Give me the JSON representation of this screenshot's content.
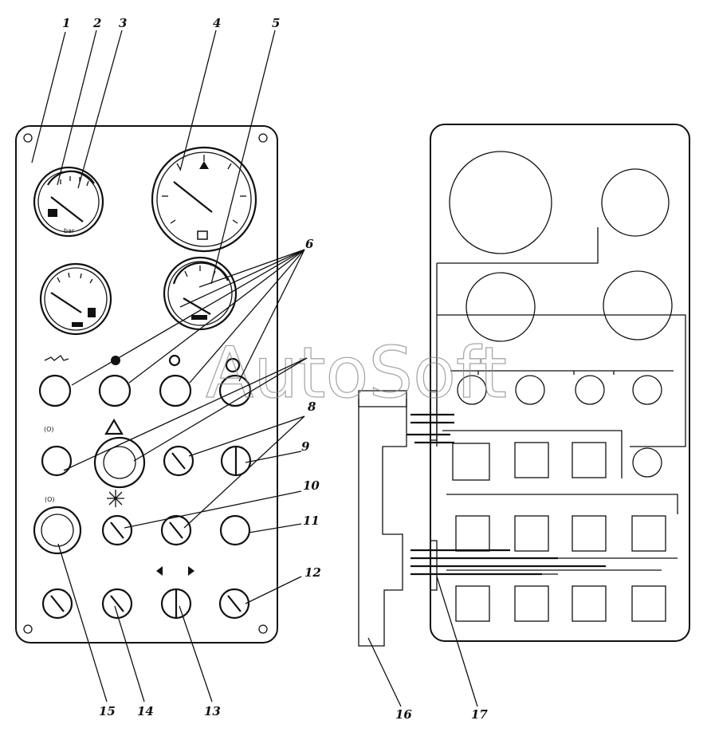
{
  "watermark": "AutoSoft",
  "callouts": [
    "1",
    "2",
    "3",
    "4",
    "5",
    "6",
    "8",
    "9",
    "10",
    "11",
    "12",
    "13",
    "14",
    "15",
    "16",
    "17"
  ],
  "colors": {
    "ink": "#111111",
    "paper": "#ffffff",
    "watermark": "#8a8a8a"
  },
  "icons": {
    "warning": "triangle-warning-icon",
    "fan": "fan-icon",
    "arrow_left": "arrow-left-icon",
    "arrow_right": "arrow-right-icon",
    "arrow_up": "arrow-up-icon",
    "arrow_down": "arrow-down-icon",
    "fuel": "fuel-pump-icon",
    "brake": "brake-warning-icon"
  }
}
